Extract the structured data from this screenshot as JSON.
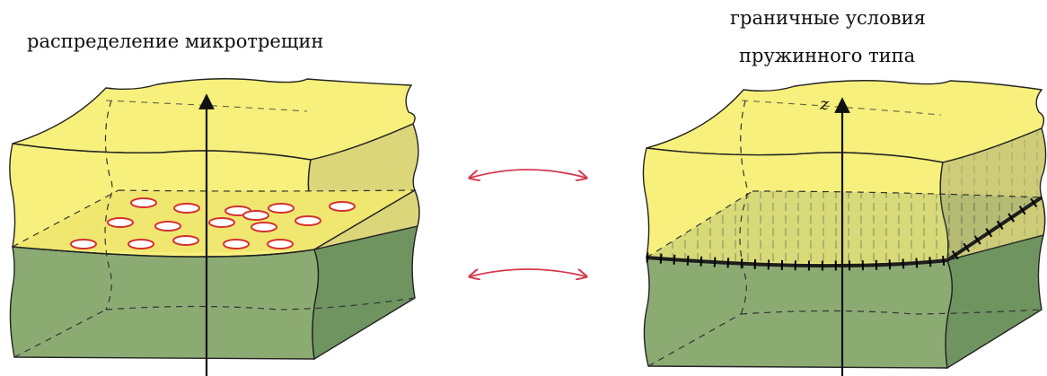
{
  "left_panel": {
    "title": "распределение микротрещин"
  },
  "right_panel": {
    "title_line1": "граничные условия",
    "title_line2": "пружинного типа",
    "axis_label": "z"
  },
  "colors": {
    "upper_layer": "#f7f07c",
    "upper_layer_side": "#dcd67a",
    "lower_layer": "#8bab73",
    "lower_layer_side": "#6f9460",
    "crack_outline": "#d62f2f",
    "arrow": "#d43a4f",
    "spring_interface": "#1d1d1d"
  }
}
